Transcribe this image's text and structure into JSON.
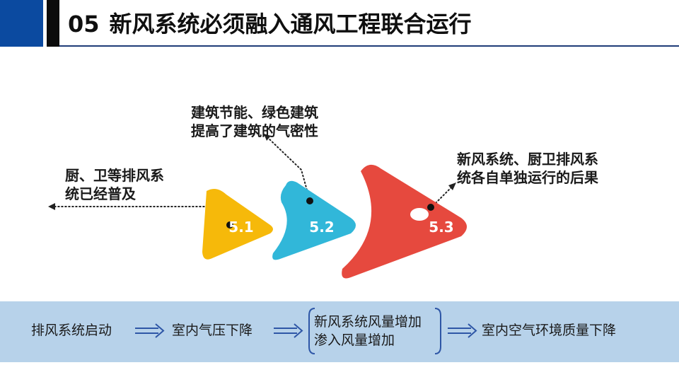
{
  "header": {
    "number": "05",
    "title": "新风系统必须融入通风工程联合运行"
  },
  "notes": [
    "厨、卫等排风系\n统已经普及",
    "建筑节能、绿色建筑\n提高了建筑的气密性",
    "新风系统、厨卫排风系\n统各自单独运行的后果"
  ],
  "steps": [
    "5.1",
    "5.2",
    "5.3"
  ],
  "flow": {
    "step1": "排风系统启动",
    "step2": "室内气压下降",
    "step3_line1": "新风系统风量增加",
    "step3_line2": "渗入风量增加",
    "step4": "室内空气环境质量下降"
  },
  "colors": {
    "header_blue": "#0b4aa0",
    "step1_yellow": "#f6b90a",
    "step2_cyan": "#31b7d9",
    "step3_red": "#e6493e",
    "flow_band": "#b7d2ea",
    "arrow_blue": "#2e56a6"
  }
}
